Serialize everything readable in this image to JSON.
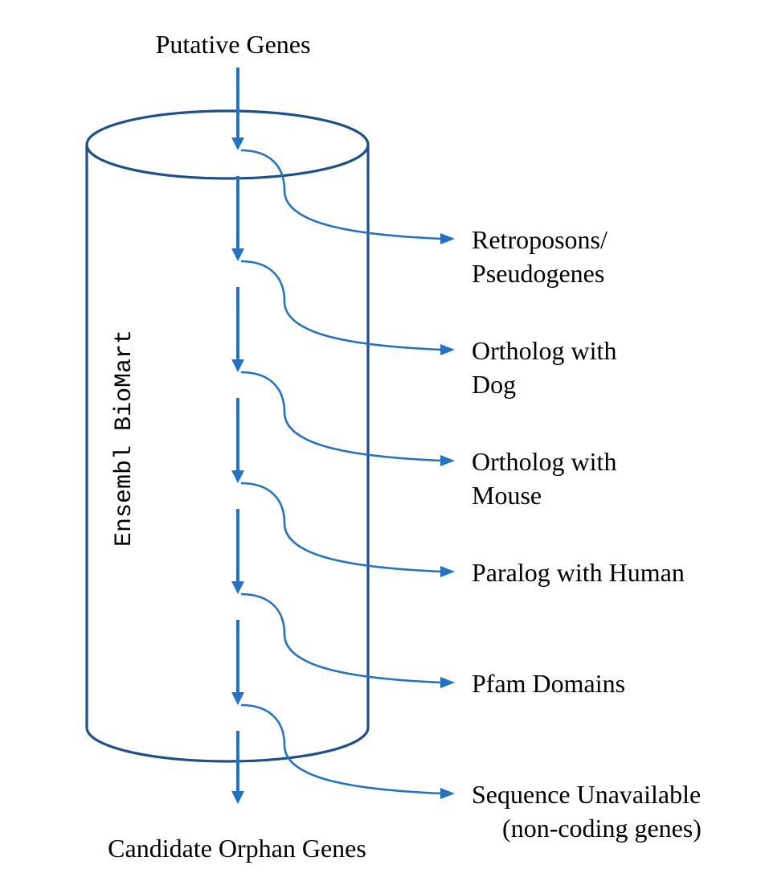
{
  "diagram": {
    "input_label": "Putative Genes",
    "output_label": "Candidate Orphan Genes",
    "database_label": "Ensembl BioMart",
    "filters": [
      {
        "lines": [
          "Retroposons/",
          "Pseudogenes"
        ]
      },
      {
        "lines": [
          "Ortholog with",
          "Dog"
        ]
      },
      {
        "lines": [
          "Ortholog with",
          "Mouse"
        ]
      },
      {
        "lines": [
          "Paralog with Human"
        ]
      },
      {
        "lines": [
          "Pfam Domains"
        ]
      },
      {
        "lines": [
          "Sequence Unavailable",
          "(non-coding genes)"
        ]
      }
    ]
  },
  "colors": {
    "cylinder_outline": "#1d4f8a",
    "arrow": "#2372c5",
    "text": "#000000",
    "background": "#ffffff"
  }
}
